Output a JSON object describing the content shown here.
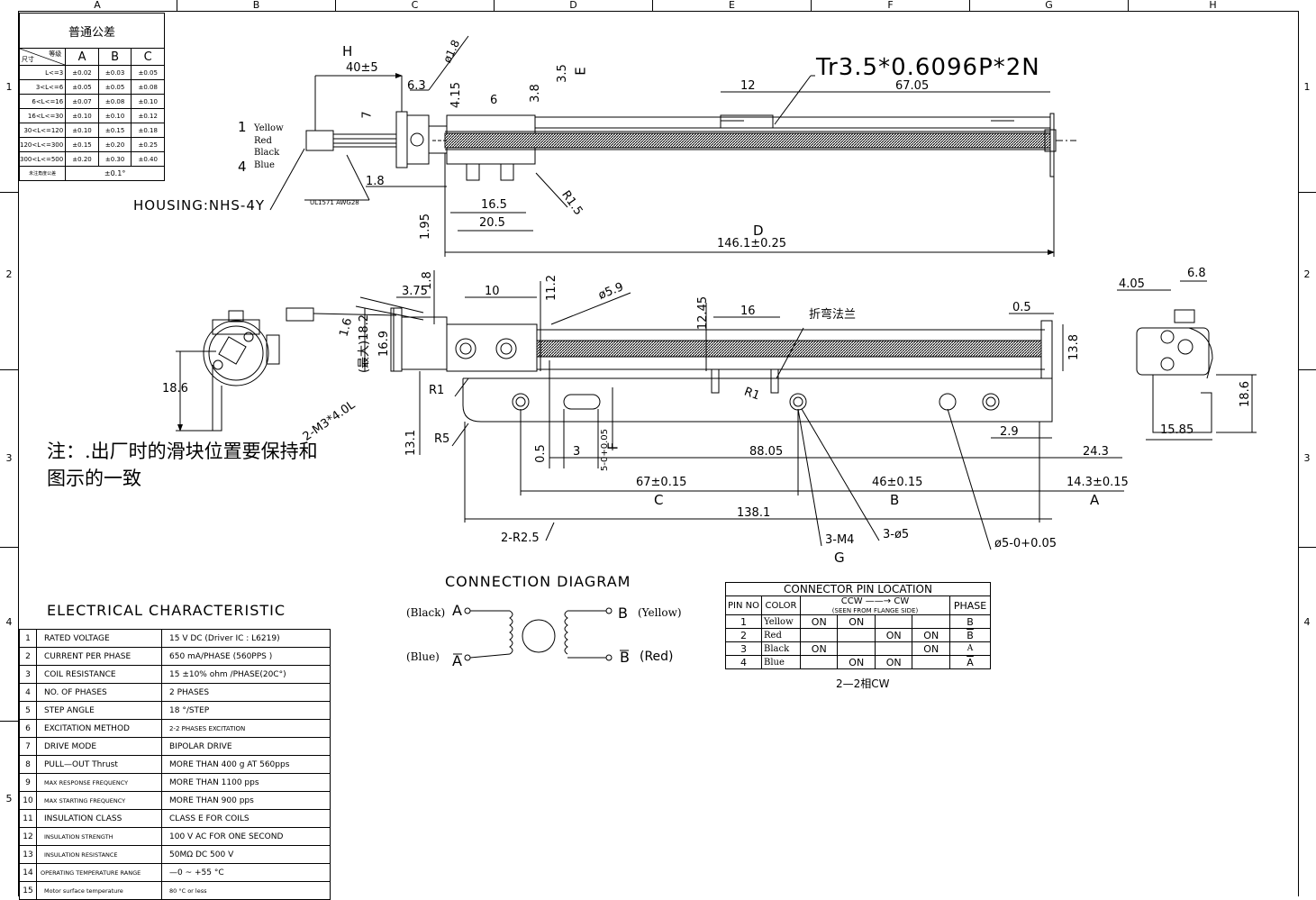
{
  "column_headers": [
    "A",
    "B",
    "C",
    "D",
    "E",
    "F",
    "G",
    "H"
  ],
  "row_headers": [
    "1",
    "2",
    "3",
    "4",
    "5"
  ],
  "tolerance_table": {
    "title": "普通公差",
    "corner_top": "等级",
    "corner_bottom": "尺寸",
    "grades": [
      "A",
      "B",
      "C"
    ],
    "rows": [
      {
        "range": "L<=3",
        "a": "±0.02",
        "b": "±0.03",
        "c": "±0.05"
      },
      {
        "range": "3<L<=6",
        "a": "±0.05",
        "b": "±0.05",
        "c": "±0.08"
      },
      {
        "range": "6<L<=16",
        "a": "±0.07",
        "b": "±0.08",
        "c": "±0.10"
      },
      {
        "range": "16<L<=30",
        "a": "±0.10",
        "b": "±0.10",
        "c": "±0.12"
      },
      {
        "range": "30<L<=120",
        "a": "±0.10",
        "b": "±0.15",
        "c": "±0.18"
      },
      {
        "range": "120<L<=300",
        "a": "±0.15",
        "b": "±0.20",
        "c": "±0.25"
      },
      {
        "range": "300<L<=500",
        "a": "±0.20",
        "b": "±0.30",
        "c": "±0.40"
      }
    ],
    "angle_label": "未注角度公差",
    "angle_value": "±0.1°"
  },
  "top_view": {
    "thread_spec": "Tr3.5*0.6096P*2N",
    "wires": [
      "Yellow",
      "Red",
      "Black",
      "Blue"
    ],
    "wire_pin_first": "1",
    "wire_pin_last": "4",
    "housing": "HOUSING:NHS-4Y",
    "cable": "UL1571 AWG28",
    "dims": {
      "h_letter": "H",
      "h_value": "40±5",
      "d_dia": "ø1.8",
      "d63": "6.3",
      "d415": "4.15",
      "d6": "6",
      "d38": "3.8",
      "d35": "3.5",
      "e_letter": "E",
      "d12": "12",
      "d6705": "67.05",
      "d7": "7",
      "d18": "1.8",
      "d165": "16.5",
      "d205": "20.5",
      "r15": "R1.5",
      "d195": "1.95",
      "d_letter": "D",
      "d1461": "146.1±0.25"
    }
  },
  "front_view": {
    "dims": {
      "d375": "3.75",
      "d18": "1.8",
      "d10": "10",
      "d112": "11.2",
      "d59": "ø5.9",
      "d1245": "12.45",
      "d16": "16",
      "bend": "折弯法兰",
      "d05": "0.5",
      "d16b": "1.6",
      "d182": "(最大)18.2",
      "d169": "16.9",
      "d138": "13.8",
      "r1": "R1",
      "r1b": "R1",
      "m3": "2-M3*4.0L",
      "d186": "18.6",
      "d131": "13.1",
      "r5": "R5",
      "d05b": "0.5",
      "d3": "3",
      "d5tol": "5-0+0.05",
      "f_letter": "F",
      "d8805": "88.05",
      "d29": "2.9",
      "d243": "24.3",
      "c_val": "67±0.15",
      "c_letter": "C",
      "b_val": "46±0.15",
      "b_letter": "B",
      "a_val": "14.3±0.15",
      "a_letter": "A",
      "d1381": "138.1",
      "r25": "2-R2.5",
      "m4": "3-M4",
      "g_letter": "G",
      "holes": "3-ø5",
      "hole_tol": "ø5-0+0.05"
    }
  },
  "side_view": {
    "d405": "4.05",
    "d68": "6.8",
    "d186": "18.6",
    "d1585": "15.85"
  },
  "note": {
    "line1": "注：.出厂时的滑块位置要保持和",
    "line2": "图示的一致"
  },
  "electrical": {
    "title": "ELECTRICAL  CHARACTERISTIC",
    "rows": [
      {
        "n": "1",
        "name": "RATED VOLTAGE",
        "value": "15  V DC   (Driver IC : L6219)"
      },
      {
        "n": "2",
        "name": "CURRENT PER PHASE",
        "value": "650  mA/PHASE (560PPS )"
      },
      {
        "n": "3",
        "name": "COIL RESISTANCE",
        "value": "15 ±10% ohm /PHASE(20C°)"
      },
      {
        "n": "4",
        "name": "NO. OF PHASES",
        "value": "2   PHASES"
      },
      {
        "n": "5",
        "name": "STEP ANGLE",
        "value": "18  °/STEP"
      },
      {
        "n": "6",
        "name": "EXCITATION METHOD",
        "value": "2-2 PHASES EXCITATION"
      },
      {
        "n": "7",
        "name": "DRIVE MODE",
        "value": "BIPOLAR DRIVE"
      },
      {
        "n": "8",
        "name": "PULL—OUT Thrust",
        "value": "MORE THAN 400  g   AT 560pps"
      },
      {
        "n": "9",
        "name": "MAX RESPONSE FREQUENCY",
        "value": "MORE THAN 1100 pps"
      },
      {
        "n": "10",
        "name": "MAX STARTING FREQUENCY",
        "value": "MORE THAN 900 pps"
      },
      {
        "n": "11",
        "name": "INSULATION CLASS",
        "value": "CLASS E FOR COILS"
      },
      {
        "n": "12",
        "name": "INSULATION STRENGTH",
        "value": "100 V AC FOR ONE SECOND"
      },
      {
        "n": "13",
        "name": "INSULATION RESISTANCE",
        "value": "50MΩ DC 500 V"
      },
      {
        "n": "14",
        "name": "OPERATING TEMPERATURE RANGE",
        "value": "—0  ~ +55 °C"
      },
      {
        "n": "15",
        "name": "Motor surface temperature",
        "value": "80 °C or less"
      }
    ]
  },
  "connection": {
    "title": "CONNECTION  DIAGRAM",
    "black": "(Black)",
    "a": "A",
    "blue": "(Blue)",
    "abar": "A",
    "b": "B",
    "yellow": "(Yellow)",
    "bbar": "B",
    "red": "(Red)"
  },
  "pin_table": {
    "title": "CONNECTOR  PIN  LOCATION",
    "col_pin": "PIN  NO",
    "col_color": "COLOR",
    "ccw": "CCW",
    "cw": "CW",
    "seen": "(SEEN  FROM  FLANGE  SIDE)",
    "col_phase": "PHASE",
    "rows": [
      {
        "pin": "1",
        "color": "Yellow",
        "s1": "ON",
        "s2": "ON",
        "s3": "",
        "s4": "",
        "phase": "B"
      },
      {
        "pin": "2",
        "color": "Red",
        "s1": "",
        "s2": "",
        "s3": "ON",
        "s4": "ON",
        "phase": "B"
      },
      {
        "pin": "3",
        "color": "Black",
        "s1": "ON",
        "s2": "",
        "s3": "",
        "s4": "ON",
        "phase": "A"
      },
      {
        "pin": "4",
        "color": "Blue",
        "s1": "",
        "s2": "ON",
        "s3": "ON",
        "s4": "",
        "phase": "A"
      }
    ],
    "caption": "2—2相CW"
  }
}
